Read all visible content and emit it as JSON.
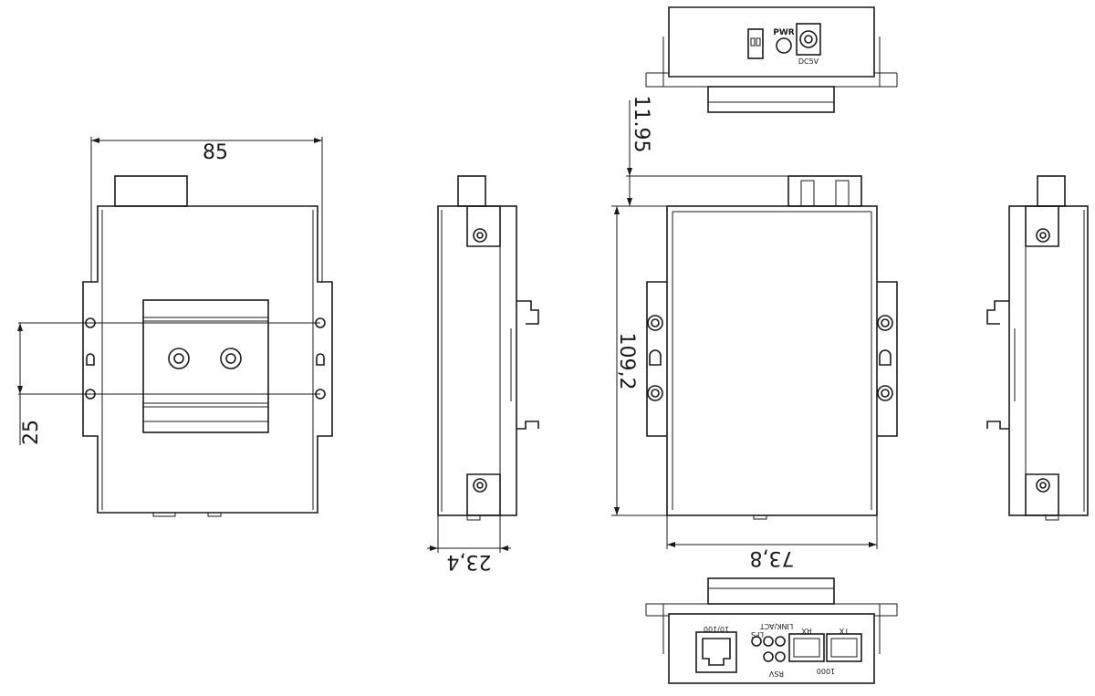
{
  "dimensions": {
    "width_mm": "85",
    "hole_spacing_mm": "25",
    "depth_mm": "23,4",
    "height_mm": "109,2",
    "front_width_mm": "73,8",
    "connector_offset_mm": "11.95"
  },
  "labels": {
    "pwr": "PWR",
    "dc": "DC5V",
    "port_speed": "10/100",
    "lfs": "LFS",
    "link_act": "LINK/ACT",
    "rx": "RX",
    "tx": "TX",
    "rsv": "RSV",
    "fiber_speed": "1000"
  }
}
